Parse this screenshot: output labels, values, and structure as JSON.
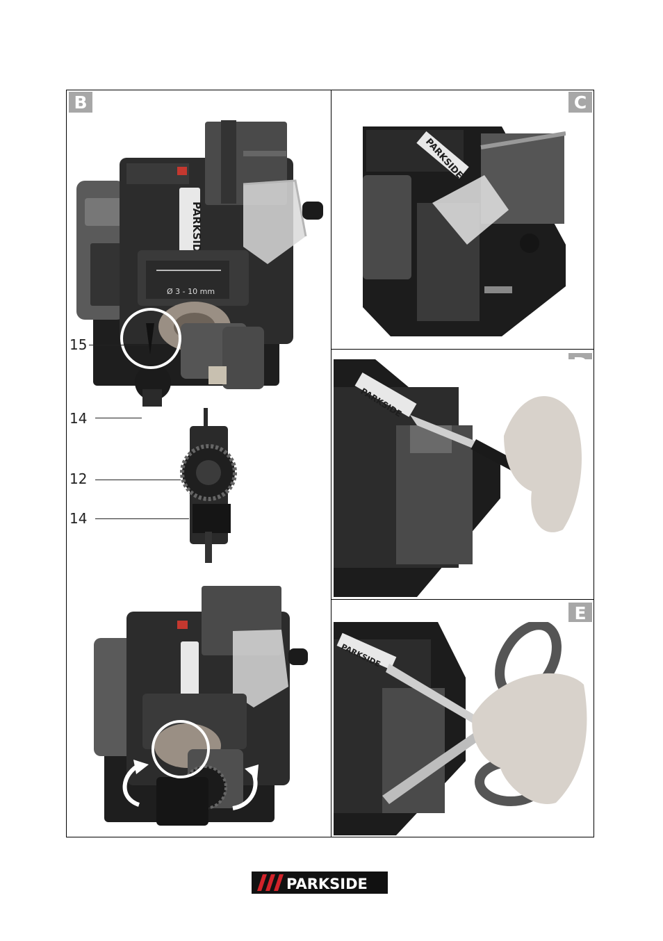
{
  "panels": {
    "b": {
      "label": "B"
    },
    "c": {
      "label": "C"
    },
    "d": {
      "label": "D"
    },
    "e": {
      "label": "E"
    }
  },
  "callouts": [
    "15",
    "14",
    "12",
    "14"
  ],
  "device_brand_text": "PARKSIDE",
  "drill_guide_text": "Ø 3 - 10 mm",
  "footer_logo": {
    "text": "PARKSIDE"
  },
  "colors": {
    "badge": "#a7a7a7",
    "device_dark": "#262626",
    "device_mid": "#3c3c3c",
    "accent_red": "#d2232a"
  }
}
